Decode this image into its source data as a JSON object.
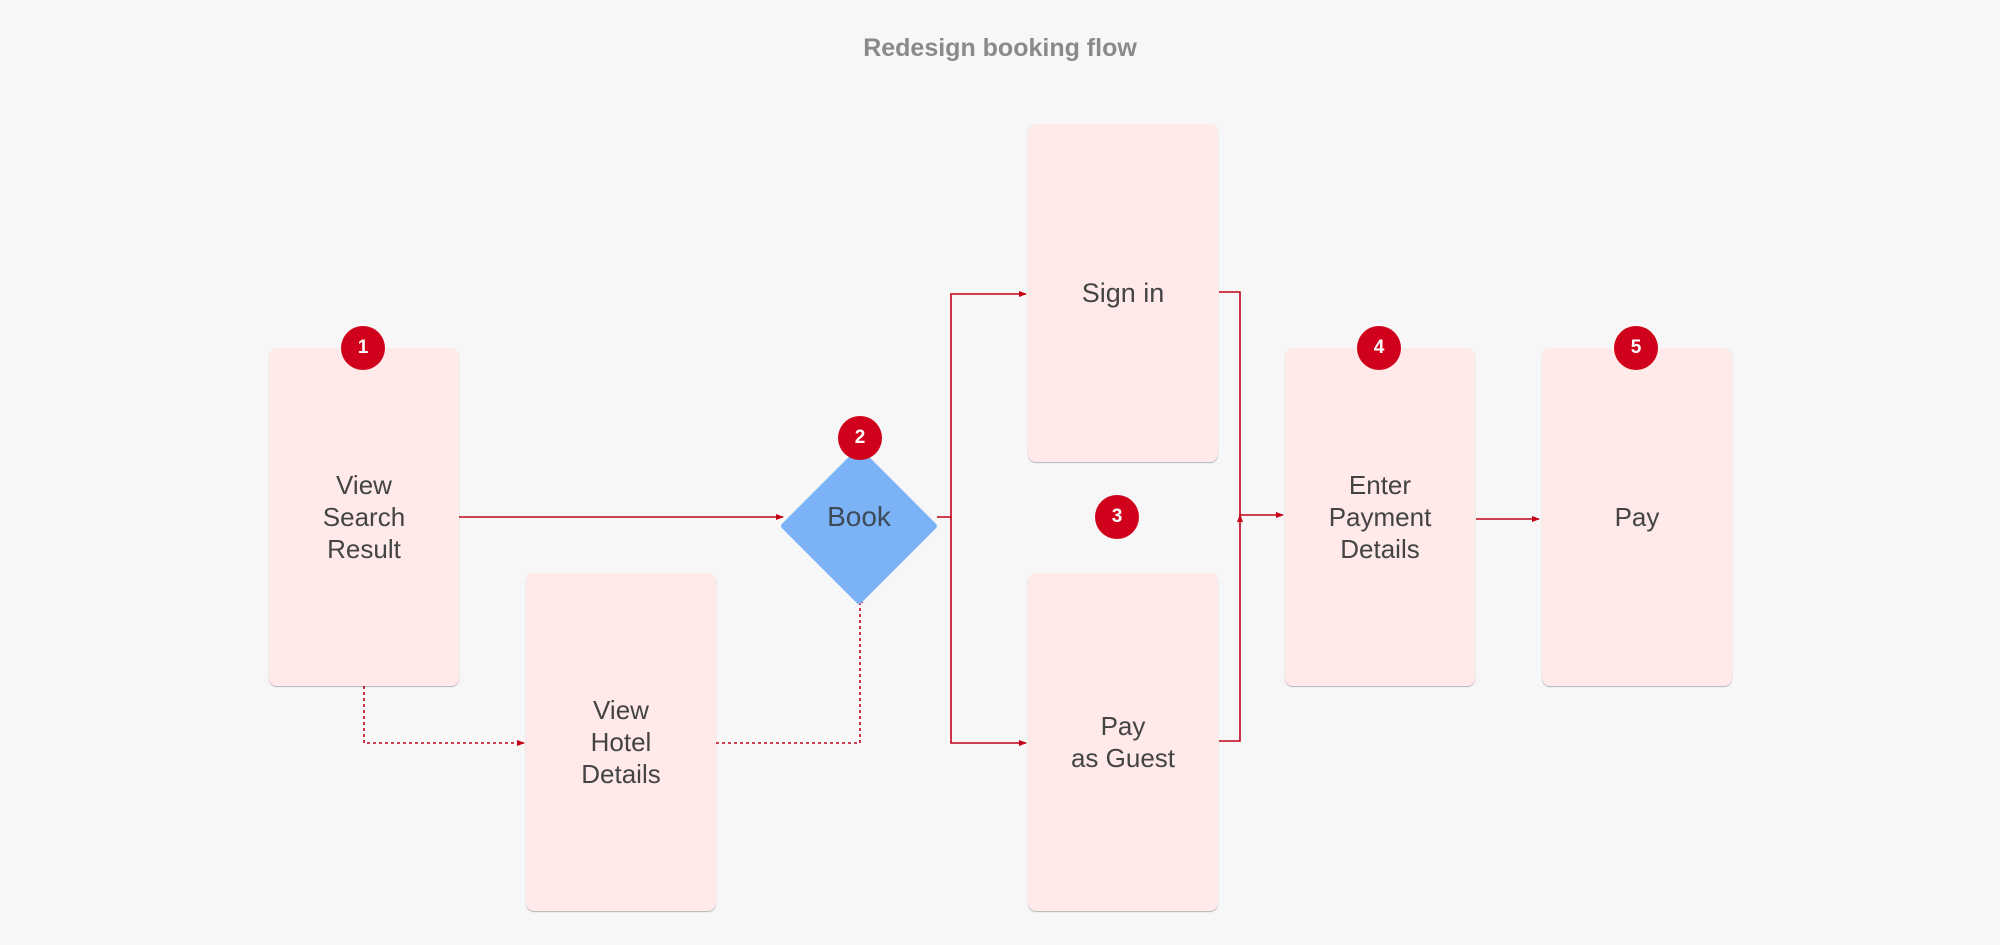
{
  "title": "Redesign booking flow",
  "colors": {
    "background": "#f7f7f7",
    "card_fill": "#ffe9e9",
    "decision_fill": "#7cb3f7",
    "connector": "#c4001a",
    "badge": "#d0021b"
  },
  "steps": {
    "view_search_result": "View\nSearch\nResult",
    "view_hotel_details": "View\nHotel\nDetails",
    "book": "Book",
    "sign_in": "Sign in",
    "pay_as_guest": "Pay\nas Guest",
    "enter_payment_details": "Enter\nPayment\nDetails",
    "pay": "Pay"
  },
  "badges": {
    "b1": "1",
    "b2": "2",
    "b3": "3",
    "b4": "4",
    "b5": "5"
  },
  "edges": [
    {
      "from": "View Search Result",
      "to": "Book",
      "style": "solid"
    },
    {
      "from": "View Search Result",
      "to": "View Hotel Details",
      "style": "dotted"
    },
    {
      "from": "View Hotel Details",
      "to": "Book",
      "style": "dotted"
    },
    {
      "from": "Book",
      "to": "Sign in",
      "style": "solid"
    },
    {
      "from": "Book",
      "to": "Pay as Guest",
      "style": "solid"
    },
    {
      "from": "Sign in",
      "to": "Enter Payment Details",
      "style": "solid"
    },
    {
      "from": "Pay as Guest",
      "to": "Enter Payment Details",
      "style": "solid"
    },
    {
      "from": "Enter Payment Details",
      "to": "Pay",
      "style": "solid"
    }
  ]
}
